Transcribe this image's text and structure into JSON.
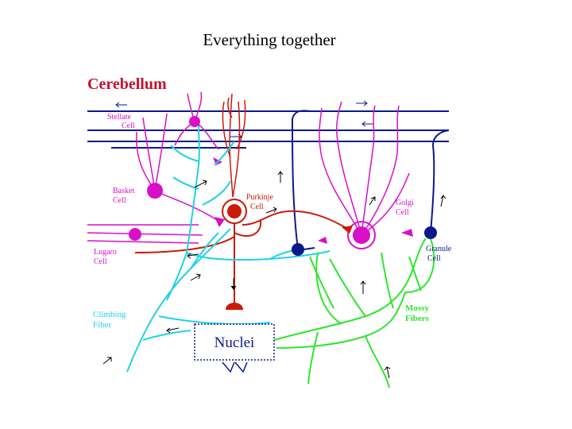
{
  "slide": {
    "title": "Everything together"
  },
  "diagram": {
    "heading": "Cerebellum",
    "labels": {
      "stellate": [
        "Stellate",
        "Cell"
      ],
      "basket": [
        "Basket",
        "Cell"
      ],
      "lugaro": [
        "Lugaro",
        "Cell"
      ],
      "purkinje": [
        "Purkinje",
        "Cell"
      ],
      "golgi": [
        "Golgi",
        "Cell"
      ],
      "granule": [
        "Granule",
        "Cell"
      ],
      "climbing": [
        "Climbing",
        "Fiber"
      ],
      "mossy": [
        "Mossy",
        "Fibers"
      ],
      "nuclei": "Nuclei"
    },
    "colors": {
      "heading": "#c8102e",
      "parallel_fibers": "#0a1a8c",
      "granule": "#0a1a8c",
      "magenta": "#d90fc8",
      "purkinje": "#cc1a0a",
      "climbing": "#1fd3e6",
      "mossy": "#2ee62e",
      "nuclei_text": "#0a1a8c",
      "label_blue": "#0a1a8c"
    }
  }
}
